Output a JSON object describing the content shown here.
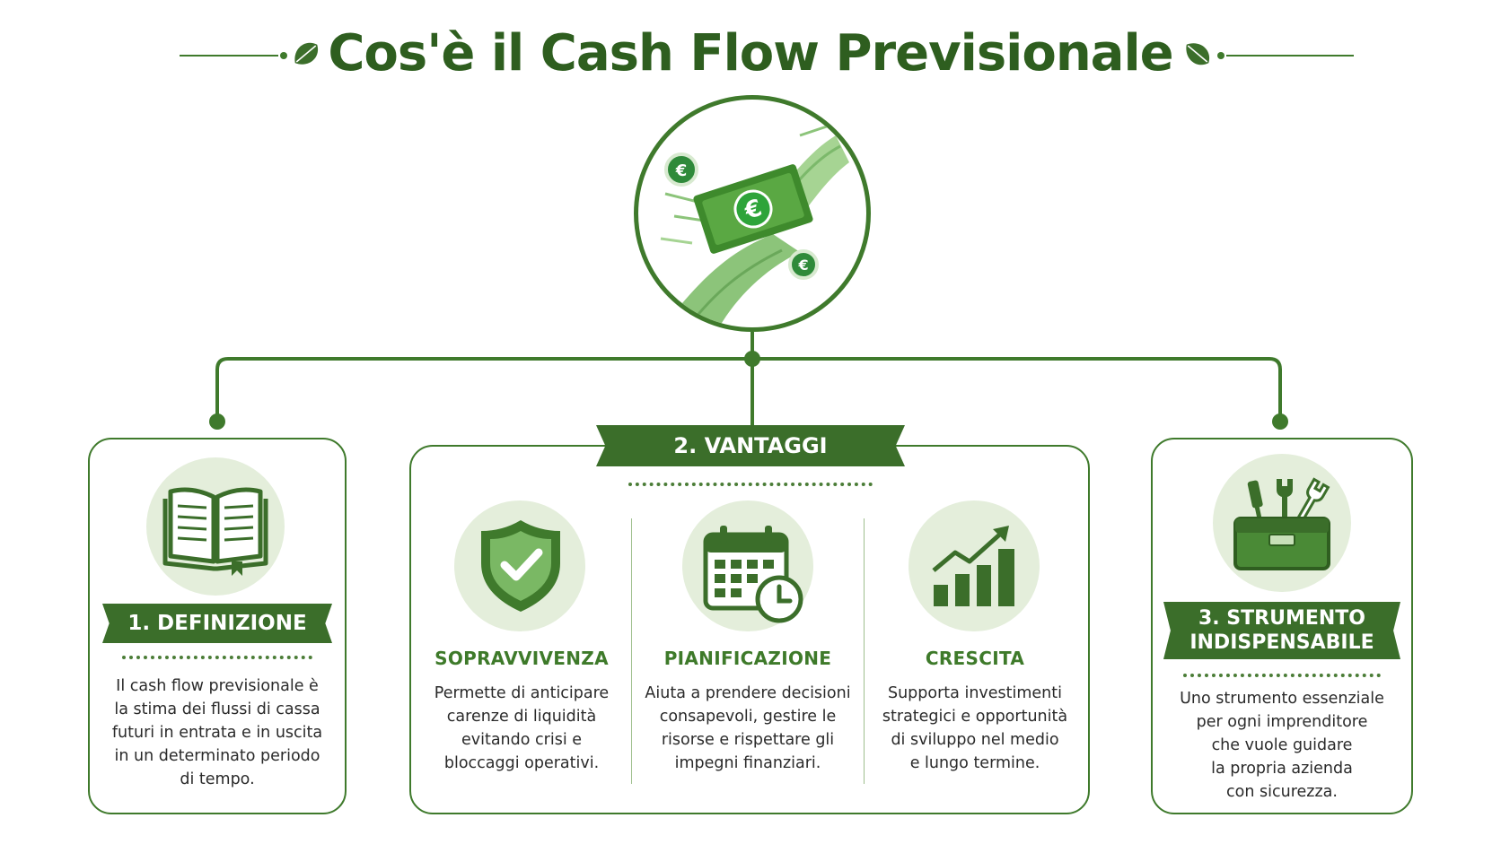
{
  "title": "Cos'è il Cash Flow Previsionale",
  "colors": {
    "primary": "#3b6e2a",
    "dark": "#2e5e1f",
    "light": "#e4eedb",
    "accent": "#4caf50"
  },
  "center_icon": "money-flow-euro-icon",
  "cards": {
    "definizione": {
      "label": "1. DEFINIZIONE",
      "icon": "open-book-icon",
      "text": "Il cash flow previsionale è\nla stima dei flussi di cassa\nfuturi in entrata e in uscita\nin un determinato periodo\ndi tempo."
    },
    "vantaggi": {
      "label": "2. VANTAGGI",
      "columns": [
        {
          "title": "SOPRAVVIVENZA",
          "icon": "shield-check-icon",
          "text": "Permette di anticipare\ncarenze di liquidità\nevitando crisi e\nbloccaggi operativi."
        },
        {
          "title": "PIANIFICAZIONE",
          "icon": "calendar-clock-icon",
          "text": "Aiuta a prendere decisioni\nconsapevoli, gestire le\nrisorse e rispettare gli\nimpegni finanziari."
        },
        {
          "title": "CRESCITA",
          "icon": "growth-chart-icon",
          "text": "Supporta investimenti\nstrategici e opportunità\ndi sviluppo nel medio\ne lungo termine."
        }
      ]
    },
    "strumento": {
      "label_line1": "3. STRUMENTO",
      "label_line2": "INDISPENSABILE",
      "icon": "toolbox-icon",
      "text": "Uno strumento essenziale\nper ogni imprenditore\nche vuole guidare\nla propria azienda\ncon sicurezza."
    }
  }
}
